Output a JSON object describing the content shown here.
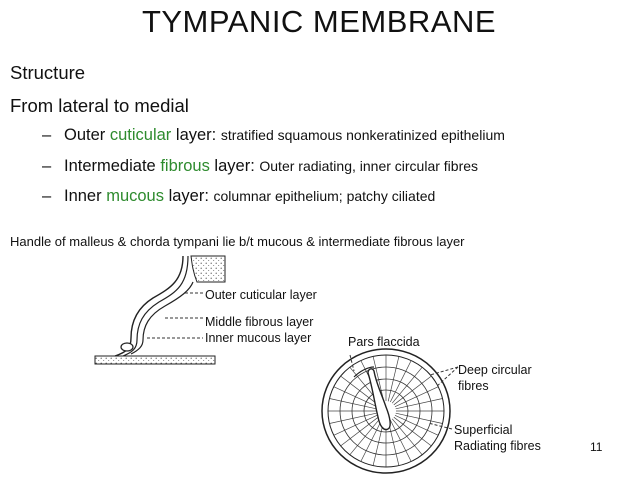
{
  "slide": {
    "title": "TYMPANIC MEMBRANE",
    "structure_heading": "Structure",
    "order_heading": "From lateral to medial",
    "bullets": [
      {
        "dash": "–",
        "prefix": "Outer ",
        "highlight": "cuticular",
        "suffix": " layer: ",
        "detail": "stratified squamous nonkeratinized epithelium"
      },
      {
        "dash": "–",
        "prefix": "Intermediate ",
        "highlight": "fibrous",
        "suffix": " layer: ",
        "detail": "Outer radiating, inner circular fibres"
      },
      {
        "dash": "–",
        "prefix": "Inner ",
        "highlight": "mucous",
        "suffix": " layer: ",
        "detail": "columnar epithelium; patchy ciliated"
      }
    ],
    "note": "Handle of malleus & chorda tympani lie b/t mucous & intermediate fibrous layer",
    "section_diagram": {
      "labels": [
        "Outer cuticular layer",
        "Middle fibrous layer",
        "Inner mucous layer"
      ]
    },
    "membrane_diagram": {
      "labels": {
        "pars_flaccida": "Pars flaccida",
        "deep_circular_1": "Deep circular",
        "deep_circular_2": "fibres",
        "superficial_1": "Superficial",
        "superficial_2": "Radiating fibres"
      }
    },
    "page_number": "11",
    "colors": {
      "text": "#111111",
      "highlight": "#2e8b2e"
    }
  }
}
